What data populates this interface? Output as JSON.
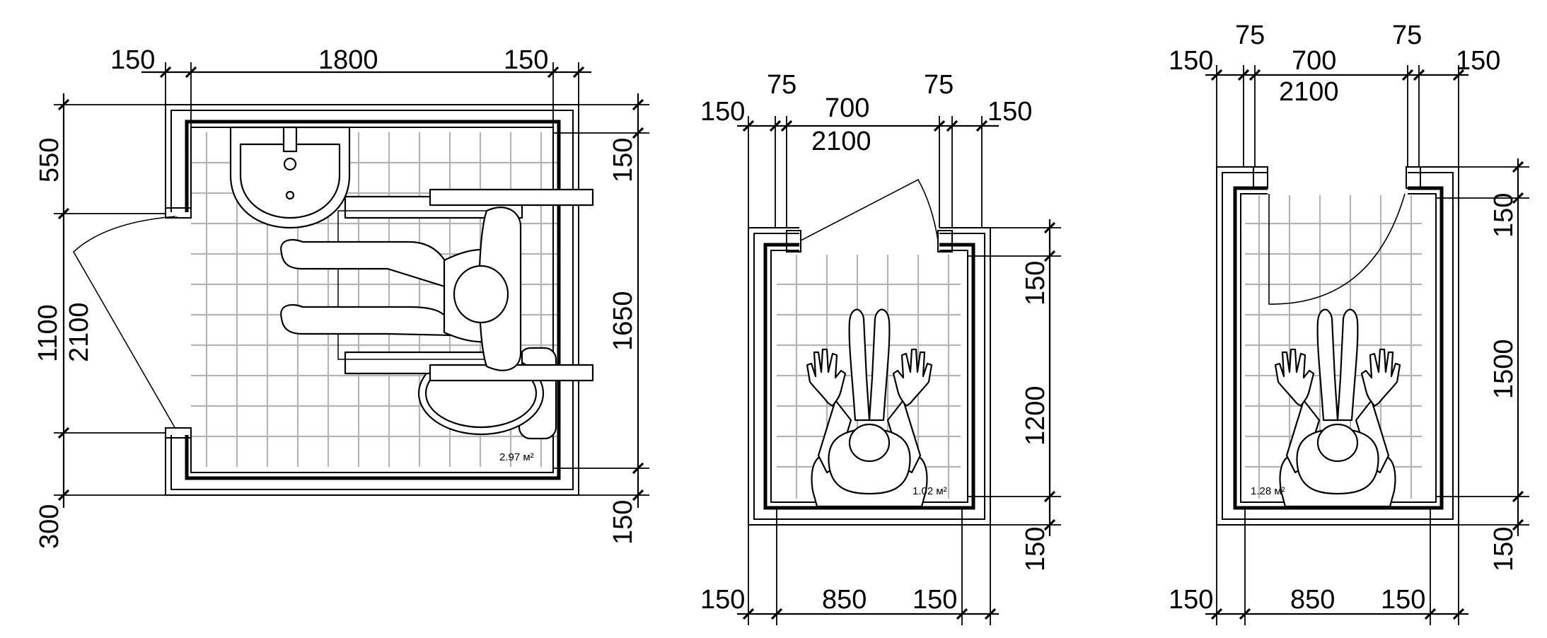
{
  "plans": [
    {
      "id": "plan-a",
      "area": "2.97 м²",
      "dims_top": [
        "150",
        "1800",
        "150"
      ],
      "dims_right": [
        "150",
        "1650",
        "150"
      ],
      "dims_left": [
        "550",
        "1100",
        "2100",
        "300"
      ]
    },
    {
      "id": "plan-b",
      "area": "1.02 м²",
      "dims_top": [
        "150",
        "75",
        "700",
        "2100",
        "75",
        "150"
      ],
      "dims_right": [
        "150",
        "1200",
        "150"
      ],
      "dims_bottom": [
        "150",
        "850",
        "150"
      ]
    },
    {
      "id": "plan-c",
      "area": "1.28 м²",
      "dims_top": [
        "150",
        "75",
        "700",
        "2100",
        "75",
        "150"
      ],
      "dims_right": [
        "150",
        "1500",
        "150"
      ],
      "dims_bottom": [
        "150",
        "850",
        "150"
      ]
    }
  ]
}
